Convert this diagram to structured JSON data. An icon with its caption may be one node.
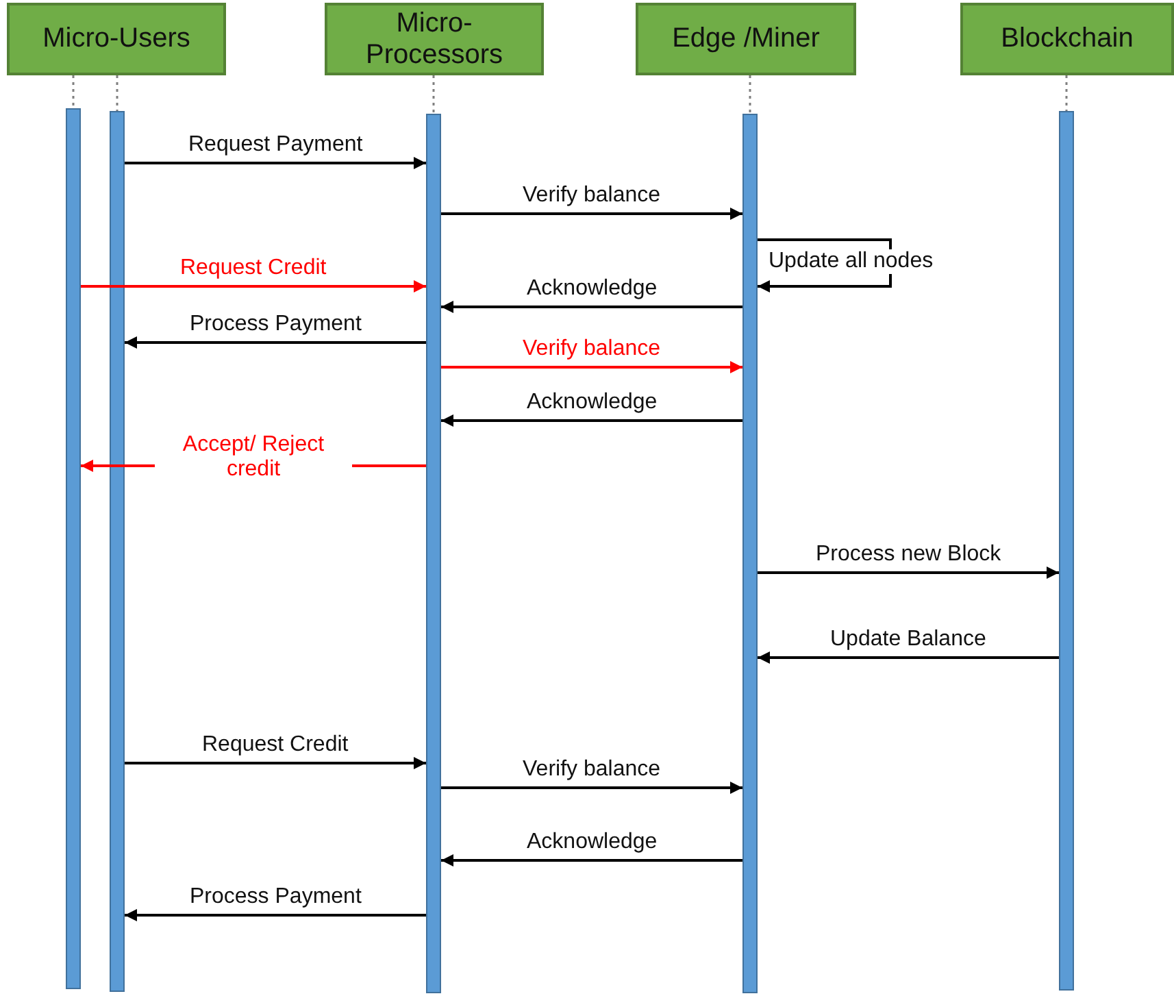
{
  "diagram": {
    "nodes": [
      {
        "text": [
          "Micro-Users"
        ]
      },
      {
        "text": [
          "Micro-Processors"
        ]
      },
      {
        "text": [
          "Edge /Miner"
        ]
      },
      {
        "text": [
          "Blockchain"
        ]
      },
      {
        "text": [],
        "shape": "bar"
      },
      {
        "text": [],
        "shape": "bar"
      },
      {
        "text": [],
        "shape": "bar"
      },
      {
        "text": [],
        "shape": "bar"
      },
      {
        "text": [],
        "shape": "bar"
      }
    ],
    "edges": [
      {
        "from": 0,
        "to": 4,
        "arrow": "none",
        "style": "dashed",
        "color": "#7f7f7f"
      },
      {
        "from": 0,
        "to": 5,
        "arrow": "none",
        "style": "dashed",
        "color": "#7f7f7f"
      },
      {
        "from": 1,
        "to": 6,
        "arrow": "none",
        "style": "dashed",
        "color": "#7f7f7f"
      },
      {
        "from": 2,
        "to": 7,
        "arrow": "none",
        "style": "dashed",
        "color": "#7f7f7f"
      },
      {
        "from": 3,
        "to": 8,
        "arrow": "none",
        "style": "dashed",
        "color": "#7f7f7f"
      },
      {
        "from": 5,
        "to": 6,
        "arrow": "to",
        "label": "Request Payment"
      },
      {
        "from": 6,
        "to": 7,
        "arrow": "to",
        "label": "Verify balance"
      },
      {
        "from": 7,
        "to": 7,
        "arrow": "to",
        "label": "Update all nodes"
      },
      {
        "from": 4,
        "to": 6,
        "arrow": "to",
        "label": "Request Credit",
        "color": "#ff0000"
      },
      {
        "from": 7,
        "to": 6,
        "arrow": "to",
        "label": "Acknowledge"
      },
      {
        "from": 6,
        "to": 5,
        "arrow": "to",
        "label": "Process Payment"
      },
      {
        "from": 6,
        "to": 7,
        "arrow": "to",
        "label": "Verify balance",
        "color": "#ff0000"
      },
      {
        "from": 7,
        "to": 6,
        "arrow": "to",
        "label": "Acknowledge"
      },
      {
        "from": 6,
        "to": 4,
        "arrow": "to",
        "label": "Accept/ Reject credit",
        "color": "#ff0000"
      },
      {
        "from": 7,
        "to": 8,
        "arrow": "to",
        "label": "Process new Block"
      },
      {
        "from": 8,
        "to": 7,
        "arrow": "to",
        "label": "Update Balance"
      },
      {
        "from": 5,
        "to": 6,
        "arrow": "to",
        "label": "Request Credit"
      },
      {
        "from": 6,
        "to": 7,
        "arrow": "to",
        "label": "Verify balance"
      },
      {
        "from": 7,
        "to": 6,
        "arrow": "to",
        "label": "Acknowledge"
      },
      {
        "from": 6,
        "to": 5,
        "arrow": "to",
        "label": "Process Payment"
      }
    ]
  }
}
